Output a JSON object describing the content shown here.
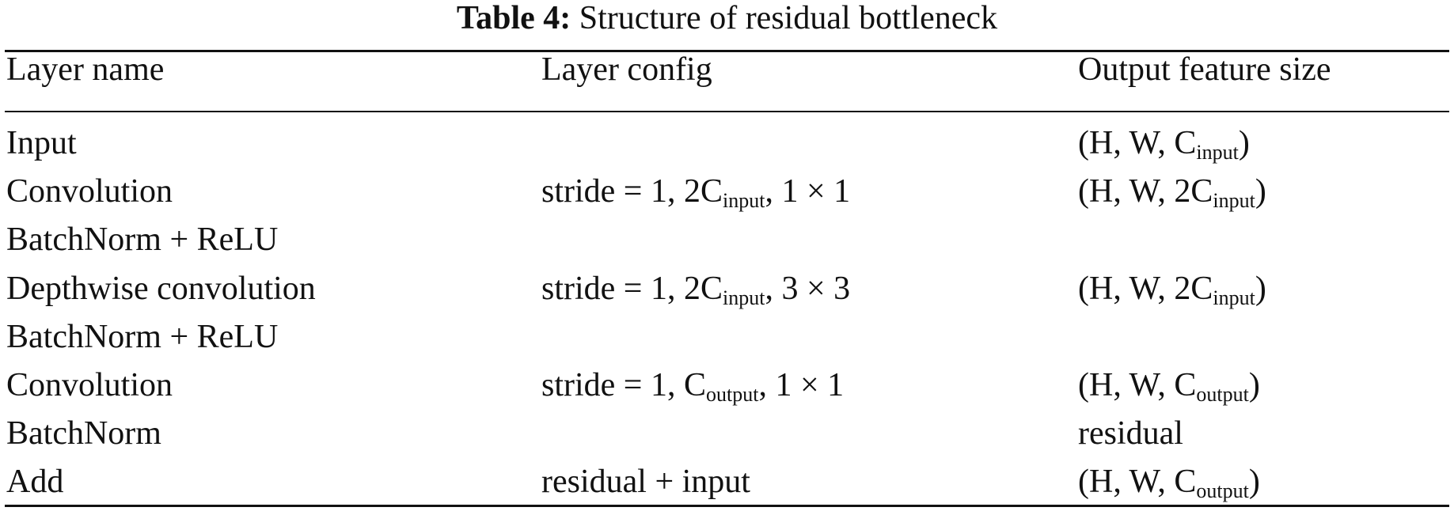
{
  "caption": {
    "label": "Table 4:",
    "title": "Structure of residual bottleneck"
  },
  "table": {
    "headers": [
      "Layer name",
      "Layer config",
      "Output feature size"
    ],
    "rows": [
      {
        "name": "Input",
        "config": null,
        "output": {
          "pre": "(H, W, C",
          "sub": "input",
          "post": ")"
        }
      },
      {
        "name": "Convolution",
        "config": {
          "pre": "stride = 1, 2C",
          "sub": "input",
          "post": ", 1 × 1"
        },
        "output": {
          "pre": "(H, W, 2C",
          "sub": "input",
          "post": ")"
        }
      },
      {
        "name": "BatchNorm + ReLU",
        "config": null,
        "output": null
      },
      {
        "name": "Depthwise convolution",
        "config": {
          "pre": "stride = 1, 2C",
          "sub": "input",
          "post": ", 3 × 3"
        },
        "output": {
          "pre": "(H, W, 2C",
          "sub": "input",
          "post": ")"
        }
      },
      {
        "name": "BatchNorm + ReLU",
        "config": null,
        "output": null
      },
      {
        "name": "Convolution",
        "config": {
          "pre": "stride = 1, C",
          "sub": "output",
          "post": ", 1 × 1"
        },
        "output": {
          "pre": "(H, W, C",
          "sub": "output",
          "post": ")"
        }
      },
      {
        "name": "BatchNorm",
        "config": null,
        "output": {
          "pre": "residual",
          "sub": "",
          "post": ""
        }
      },
      {
        "name": "Add",
        "config": {
          "pre": "residual + input",
          "sub": "",
          "post": ""
        },
        "output": {
          "pre": "(H, W, C",
          "sub": "output",
          "post": ")"
        }
      }
    ]
  }
}
